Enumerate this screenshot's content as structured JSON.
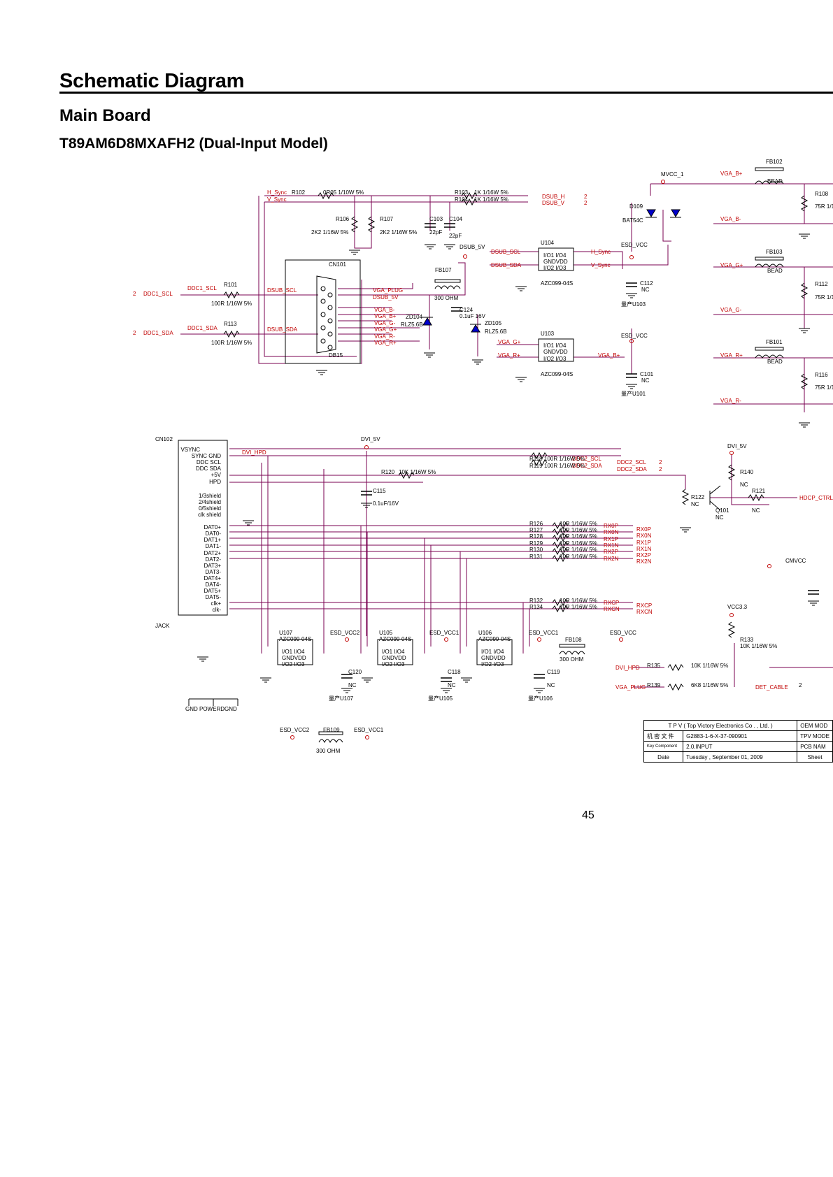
{
  "header": {
    "title": "Schematic Diagram",
    "section": "Main Board",
    "model": "T89AM6D8MXAFH2 (Dual-Input Model)"
  },
  "page_number": "45",
  "colors": {
    "net": "#c00000",
    "wire": "#7a0050",
    "ink": "#000000"
  },
  "labels": {
    "hsync": "H_Sync",
    "vsync": "V_Sync",
    "r102": "R102",
    "r102v": "0R05 1/10W 5%",
    "r103": "R103",
    "r103v": "1K 1/16W 5%",
    "r104": "R104",
    "r104v": "1K 1/16W 5%",
    "dsub_h": "DSUB_H",
    "dsub_v": "DSUB_V",
    "two": "2",
    "r106": "R106",
    "r106v": "2K2 1/16W 5%",
    "r107": "R107",
    "r107v": "2K2 1/16W 5%",
    "c103": "C103",
    "c104": "C104",
    "c22pf": "22pF",
    "mvcc1": "MVCC_1",
    "d109": "D109",
    "bat54c": "BAT54C",
    "vga_bp": "VGA_B+",
    "vga_bm": "VGA_B-",
    "vga_gp": "VGA_G+",
    "vga_gm": "VGA_G-",
    "vga_rp": "VGA_R+",
    "vga_rm": "VGA_R-",
    "fb102": "FB102",
    "fb103": "FB103",
    "fb101": "FB101",
    "bead": "BEAD",
    "r108": "R108",
    "r112": "R112",
    "r116": "R116",
    "r75": "75R 1/1",
    "dsub5v": "DSUB_5V",
    "u104": "U104",
    "u103": "U103",
    "dsub_scl": "DSUB_SCL",
    "dsub_sda": "DSUB_SDA",
    "io14": "I/O1 I/O4",
    "gndvdd": "GNDVDD",
    "io23": "I/O2 I/O3",
    "azc": "AZC099-04S",
    "esdvcc": "ESD_VCC",
    "c112": "C112",
    "c101": "C101",
    "nc": "NC",
    "u103p": "量产U103",
    "u101p": "量产U101",
    "cn101": "CN101",
    "db15": "DB15",
    "fb107": "FB107",
    "ohm300": "300 OHM",
    "vga_plug": "VGA_PLUG",
    "dsub_5v_net": "DSUB_5V",
    "c124": "C124",
    "c124v": "0.1uF 16V",
    "zd104": "ZD104",
    "zd105": "ZD105",
    "rlz": "RLZ5.6B",
    "r101": "R101",
    "r113": "R113",
    "r100v": "100R 1/16W 5%",
    "ddc1_scl": "DDC1_SCL",
    "ddc1_sda": "DDC1_SDA",
    "cn102": "CN102",
    "dvi5v": "DVI_5V",
    "dvi_hpd": "DVI_HPD",
    "vsync_p": "VSYNC",
    "syncgnd": "SYNC GND",
    "ddcscl": "DDC SCL",
    "ddcsda": "DDC SDA",
    "p5v": "+5V",
    "hpd": "HPD",
    "sh13": "1/3shield",
    "sh24": "2/4shield",
    "sh05": "0/5shield",
    "clksh": "clk shield",
    "dat0p": "DAT0+",
    "dat0m": "DAT0-",
    "dat1p": "DAT1+",
    "dat1m": "DAT1-",
    "dat2p": "DAT2+",
    "dat2m": "DAT2-",
    "dat3p": "DAT3+",
    "dat3m": "DAT3-",
    "dat4p": "DAT4+",
    "dat4m": "DAT4-",
    "dat5p": "DAT5+",
    "dat5m": "DAT5-",
    "clkp": "clk+",
    "clkm": "clk-",
    "jack": "JACK",
    "gnd": "GND",
    "r118": "R118",
    "r119": "R119",
    "r118v": "100R 1/16W 5%",
    "r119v": "100R 1/16W 5%",
    "ddc2_scl": "DDC2_SCL",
    "ddc2_sda": "DDC2_SDA",
    "r120": "R120",
    "r120v": "10K 1/16W 5%",
    "c115": "C115",
    "c115v": "0.1uF/16V",
    "r140": "R140",
    "r121": "R121",
    "r122": "R122",
    "q101": "Q101",
    "hdcp": "HDCP_CTRL",
    "r126": "R126",
    "r127": "R127",
    "r128": "R128",
    "r129": "R129",
    "r130": "R130",
    "r131": "R131",
    "r132": "R132",
    "r134": "R134",
    "r10v": "10R 1/16W 5%",
    "rx0p": "RX0P",
    "rx0n": "RX0N",
    "rx1p": "RX1P",
    "rx1n": "RX1N",
    "rx2p": "RX2P",
    "rx2n": "RX2N",
    "rxcp": "RXCP",
    "rxcn": "RXCN",
    "cmvcc": "CMVCC",
    "vcc33": "VCC3.3",
    "r133": "R133",
    "r133v": "10K 1/16W 5%",
    "u107": "U107",
    "u105": "U105",
    "u106": "U106",
    "esdvcc1": "ESD_VCC1",
    "esdvcc2": "ESD_VCC2",
    "c120": "C120",
    "c118": "C118",
    "c119": "C119",
    "fb108": "FB108",
    "fb109": "FB109",
    "u107p": "量产U107",
    "u105p": "量产U105",
    "u106p": "量产U106",
    "r135": "R135",
    "r135v": "10K 1/16W 5%",
    "r139": "R139",
    "r139v": "6K8 1/16W 5%",
    "det_cable": "DET_CABLE",
    "gndpower": "GND POWERDGND"
  },
  "titleblock": {
    "company": "T P V  ( Top    Victory    Electronics    Co . ,   Ltd. )",
    "oem": "OEM MOD",
    "chinese": "机 密 文 件",
    "docno": "G2883-1-6-X-37-090901",
    "tpv": "TPV MODE",
    "key_label": "Key Component",
    "key_value": "2.0.INPUT",
    "pcb": "PCB NAM",
    "date_label": "Date",
    "date_value": "Tuesday , September 01, 2009",
    "sheet": "Sheet"
  }
}
